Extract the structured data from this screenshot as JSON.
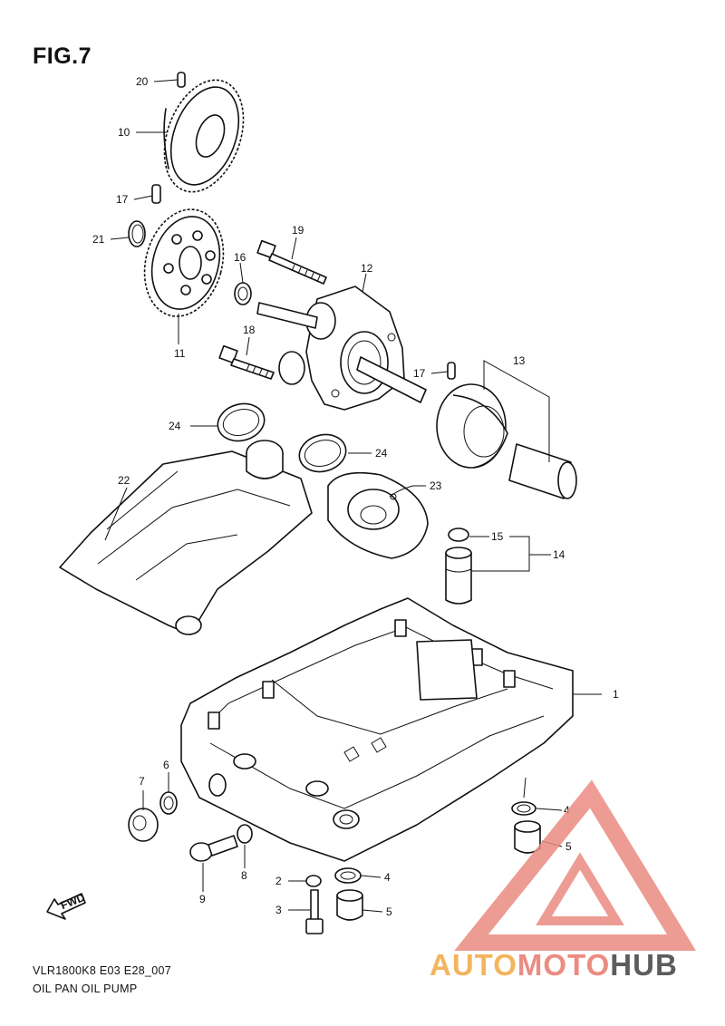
{
  "figure": {
    "title": "FIG.7",
    "model_code": "VLR1800K8 E03 E28_007",
    "name": "OIL PAN OIL PUMP",
    "fwd_label": "FWD"
  },
  "callouts": [
    {
      "id": "c20",
      "text": "20"
    },
    {
      "id": "c10",
      "text": "10"
    },
    {
      "id": "c17a",
      "text": "17"
    },
    {
      "id": "c21",
      "text": "21"
    },
    {
      "id": "c11",
      "text": "11"
    },
    {
      "id": "c19",
      "text": "19"
    },
    {
      "id": "c16",
      "text": "16"
    },
    {
      "id": "c12",
      "text": "12"
    },
    {
      "id": "c18",
      "text": "18"
    },
    {
      "id": "c17b",
      "text": "17"
    },
    {
      "id": "c13",
      "text": "13"
    },
    {
      "id": "c24a",
      "text": "24"
    },
    {
      "id": "c24b",
      "text": "24"
    },
    {
      "id": "c22",
      "text": "22"
    },
    {
      "id": "c23",
      "text": "23"
    },
    {
      "id": "c15",
      "text": "15"
    },
    {
      "id": "c14",
      "text": "14"
    },
    {
      "id": "c1",
      "text": "1"
    },
    {
      "id": "c7",
      "text": "7"
    },
    {
      "id": "c6",
      "text": "6"
    },
    {
      "id": "c4a",
      "text": "4"
    },
    {
      "id": "c5a",
      "text": "5"
    },
    {
      "id": "c2",
      "text": "2"
    },
    {
      "id": "c4b",
      "text": "4"
    },
    {
      "id": "c8",
      "text": "8"
    },
    {
      "id": "c9",
      "text": "9"
    },
    {
      "id": "c3",
      "text": "3"
    },
    {
      "id": "c5b",
      "text": "5"
    }
  ],
  "watermark": {
    "part1": "AUTO",
    "part2": "MOTO",
    "part3": "HUB",
    "colors": {
      "orange": "#f3b45e",
      "red": "#eb8b82",
      "grey": "#5c5c5c"
    }
  }
}
